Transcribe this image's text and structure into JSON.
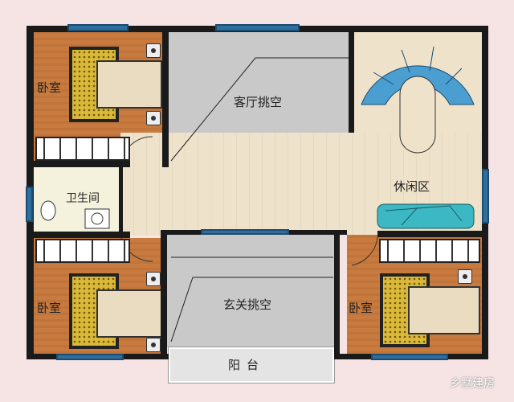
{
  "rooms": {
    "bedroom_top_left": "卧室",
    "living_void": "客厅挑空",
    "bathroom": "卫生间",
    "leisure_area": "休闲区",
    "bedroom_bottom_left": "卧室",
    "entrance_void": "玄关挑空",
    "bedroom_bottom_right": "卧室",
    "balcony": "阳台"
  },
  "watermark": "乡墅建房",
  "colors": {
    "floor_wood": "#c97a3e",
    "void": "#c9c9c9",
    "hall": "#efe2ca",
    "window": "#2f6f9e",
    "sofa": "#3bb8c4",
    "stair": "#4a9fd0"
  }
}
